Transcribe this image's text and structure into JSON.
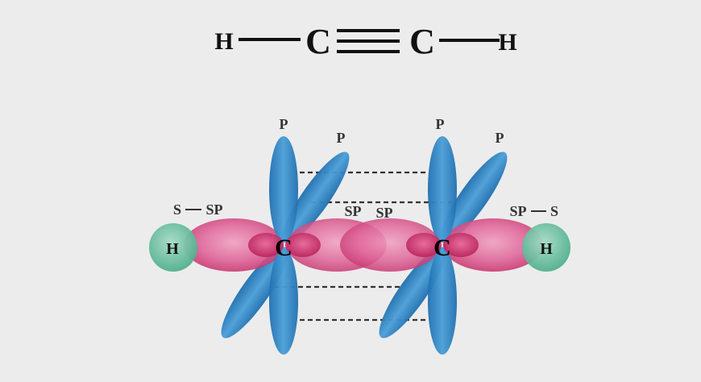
{
  "formula": {
    "left_h": "H",
    "left_c": "C",
    "right_c": "C",
    "right_h": "H"
  },
  "atoms": {
    "h_left": "H",
    "c_left": "C",
    "c_right": "C",
    "h_right": "H"
  },
  "labels": {
    "p_left_vertical": "P",
    "p_left_tilted": "P",
    "p_right_vertical": "P",
    "p_right_tilted": "P",
    "s_sp_left_s": "S",
    "s_sp_left_sp": "SP",
    "sp_center_left": "SP",
    "sp_center_right": "SP",
    "sp_s_right_sp": "SP",
    "sp_s_right_s": "S"
  },
  "colors": {
    "background": "#ececec",
    "sp_orbital": "#d63f7e",
    "p_orbital": "#2f86c6",
    "s_orbital": "#6cc3a4",
    "text": "#222222",
    "bond": "#111111",
    "pi_dash": "#333333"
  }
}
